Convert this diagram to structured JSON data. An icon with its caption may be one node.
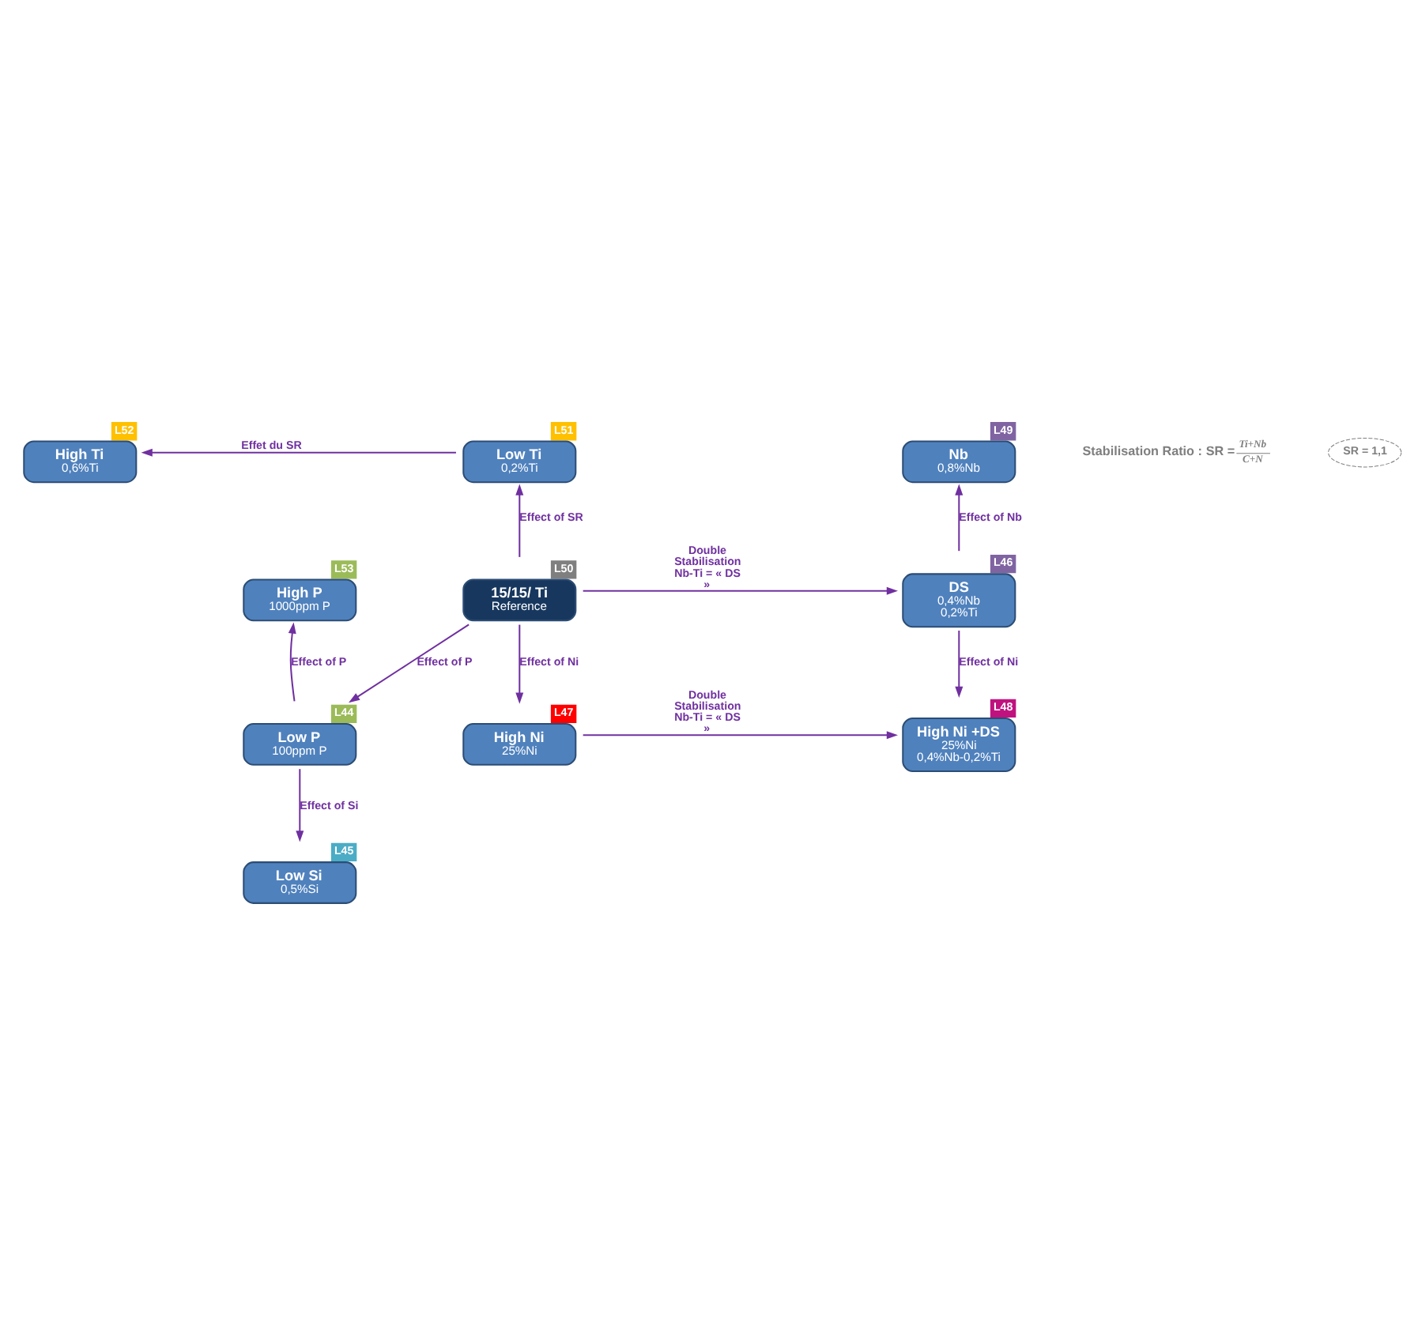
{
  "diagram": {
    "nodes": [
      {
        "text": [
          "High Ti",
          "0,6%Ti"
        ],
        "beside": [
          "L52"
        ]
      },
      {
        "text": [
          "Low Ti",
          "0,2%Ti"
        ],
        "beside": [
          "L51"
        ]
      },
      {
        "text": [
          "Nb",
          "0,8%Nb"
        ],
        "beside": [
          "L49"
        ]
      },
      {
        "text": [
          "High P",
          "1000ppm P"
        ],
        "beside": [
          "L53"
        ]
      },
      {
        "text": [
          "15/15/ Ti",
          "Reference"
        ],
        "beside": [
          "L50"
        ]
      },
      {
        "text": [
          "DS",
          "0,4%Nb",
          "0,2%Ti"
        ],
        "beside": [
          "L46"
        ]
      },
      {
        "text": [
          "Low P",
          "100ppm P"
        ],
        "beside": [
          "L44"
        ]
      },
      {
        "text": [
          "High Ni",
          "25%Ni"
        ],
        "beside": [
          "L47"
        ]
      },
      {
        "text": [
          "High Ni +DS",
          "25%Ni",
          "0,4%Nb-0,2%Ti"
        ],
        "beside": [
          "L48"
        ]
      },
      {
        "text": [
          "Low Si",
          "0,5%Si"
        ],
        "beside": [
          "L45"
        ]
      }
    ],
    "edges": [
      {
        "from": 1,
        "to": 0,
        "arrow": "to",
        "label": "Effet du SR"
      },
      {
        "from": 4,
        "to": 1,
        "arrow": "to",
        "label": "Effect of SR"
      },
      {
        "from": 5,
        "to": 2,
        "arrow": "to",
        "label": "Effect of Nb"
      },
      {
        "from": 4,
        "to": 5,
        "arrow": "to",
        "label": "Double Stabilisation Nb-Ti = « DS »"
      },
      {
        "from": 4,
        "to": 6,
        "arrow": "to",
        "label": "Effect of P"
      },
      {
        "from": 6,
        "to": 3,
        "arrow": "to",
        "label": "Effect of P"
      },
      {
        "from": 4,
        "to": 7,
        "arrow": "to",
        "label": "Effect of Ni"
      },
      {
        "from": 5,
        "to": 8,
        "arrow": "to",
        "label": "Effect of Ni"
      },
      {
        "from": 7,
        "to": 8,
        "arrow": "to",
        "label": "Double Stabilisation Nb-Ti = « DS »"
      },
      {
        "from": 6,
        "to": 9,
        "arrow": "to",
        "label": "Effect of Si"
      }
    ],
    "labels": [
      "Stabilisation Ratio :",
      "SR =",
      "Ti+Nb",
      "C+N",
      "SR = 1,1"
    ]
  }
}
